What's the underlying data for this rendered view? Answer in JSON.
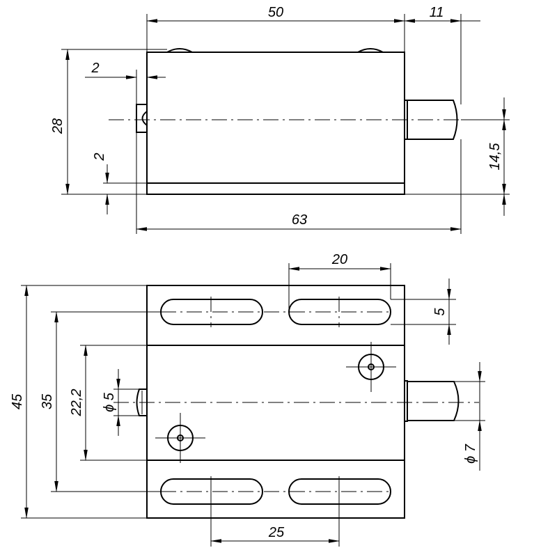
{
  "dimensions": {
    "top_width": "50",
    "top_pin_length": "11",
    "top_height": "28",
    "top_flange": "2",
    "top_base": "2",
    "top_pin_height": "14,5",
    "top_overall": "63",
    "bottom_slot_spacing_x": "20",
    "bottom_slot_width": "5",
    "bottom_height": "45",
    "bottom_slot_spacing_y": "35",
    "bottom_center_band": "22,2",
    "bottom_nub_diameter": "ϕ 5",
    "bottom_pin_diameter": "ϕ 7",
    "bottom_slot_pitch": "25"
  }
}
